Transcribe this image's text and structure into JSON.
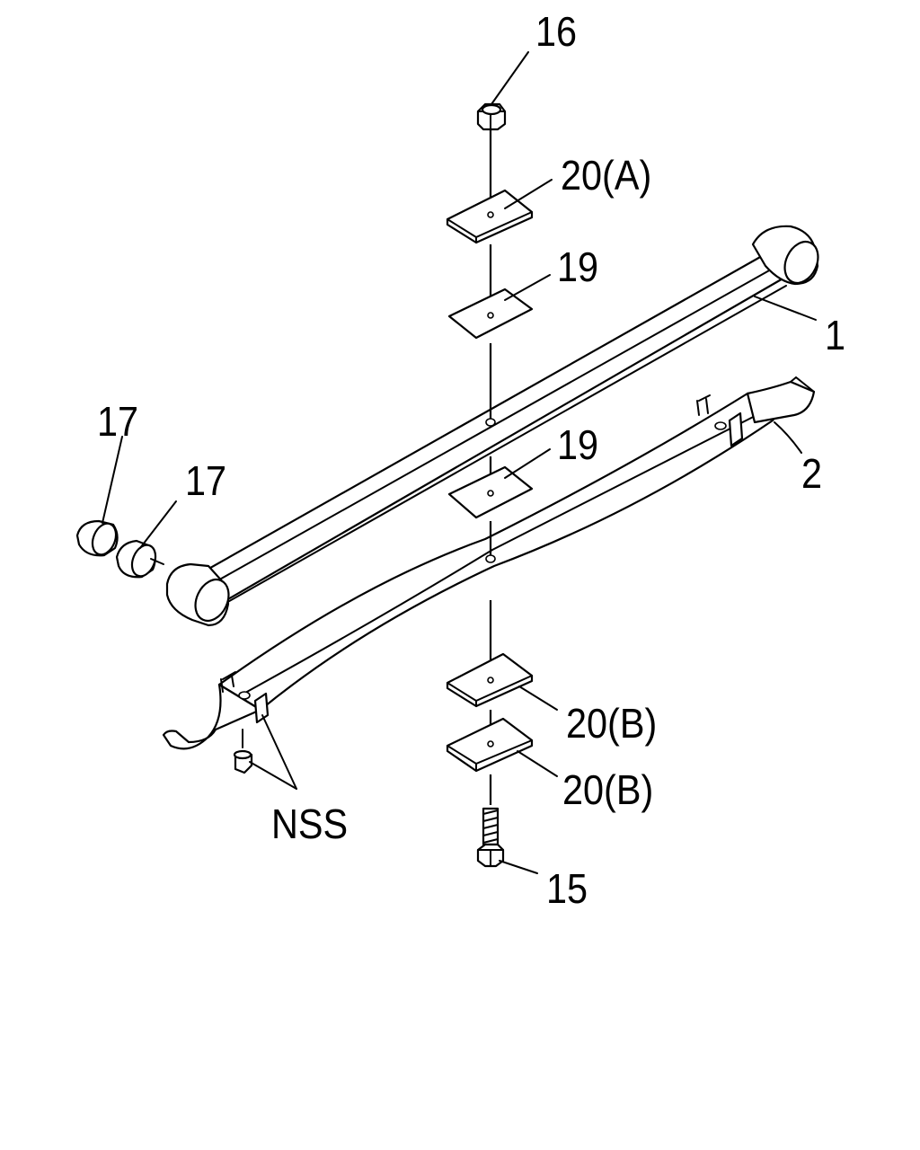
{
  "callouts": {
    "c16": "16",
    "c20a": "20(A)",
    "c19_upper": "19",
    "c1": "1",
    "c19_lower": "19",
    "c2": "2",
    "c17_left": "17",
    "c17_right": "17",
    "c20b_upper": "20(B)",
    "c20b_lower": "20(B)",
    "nss": "NSS",
    "c15": "15"
  },
  "colors": {
    "line": "#000000",
    "background": "#ffffff"
  }
}
